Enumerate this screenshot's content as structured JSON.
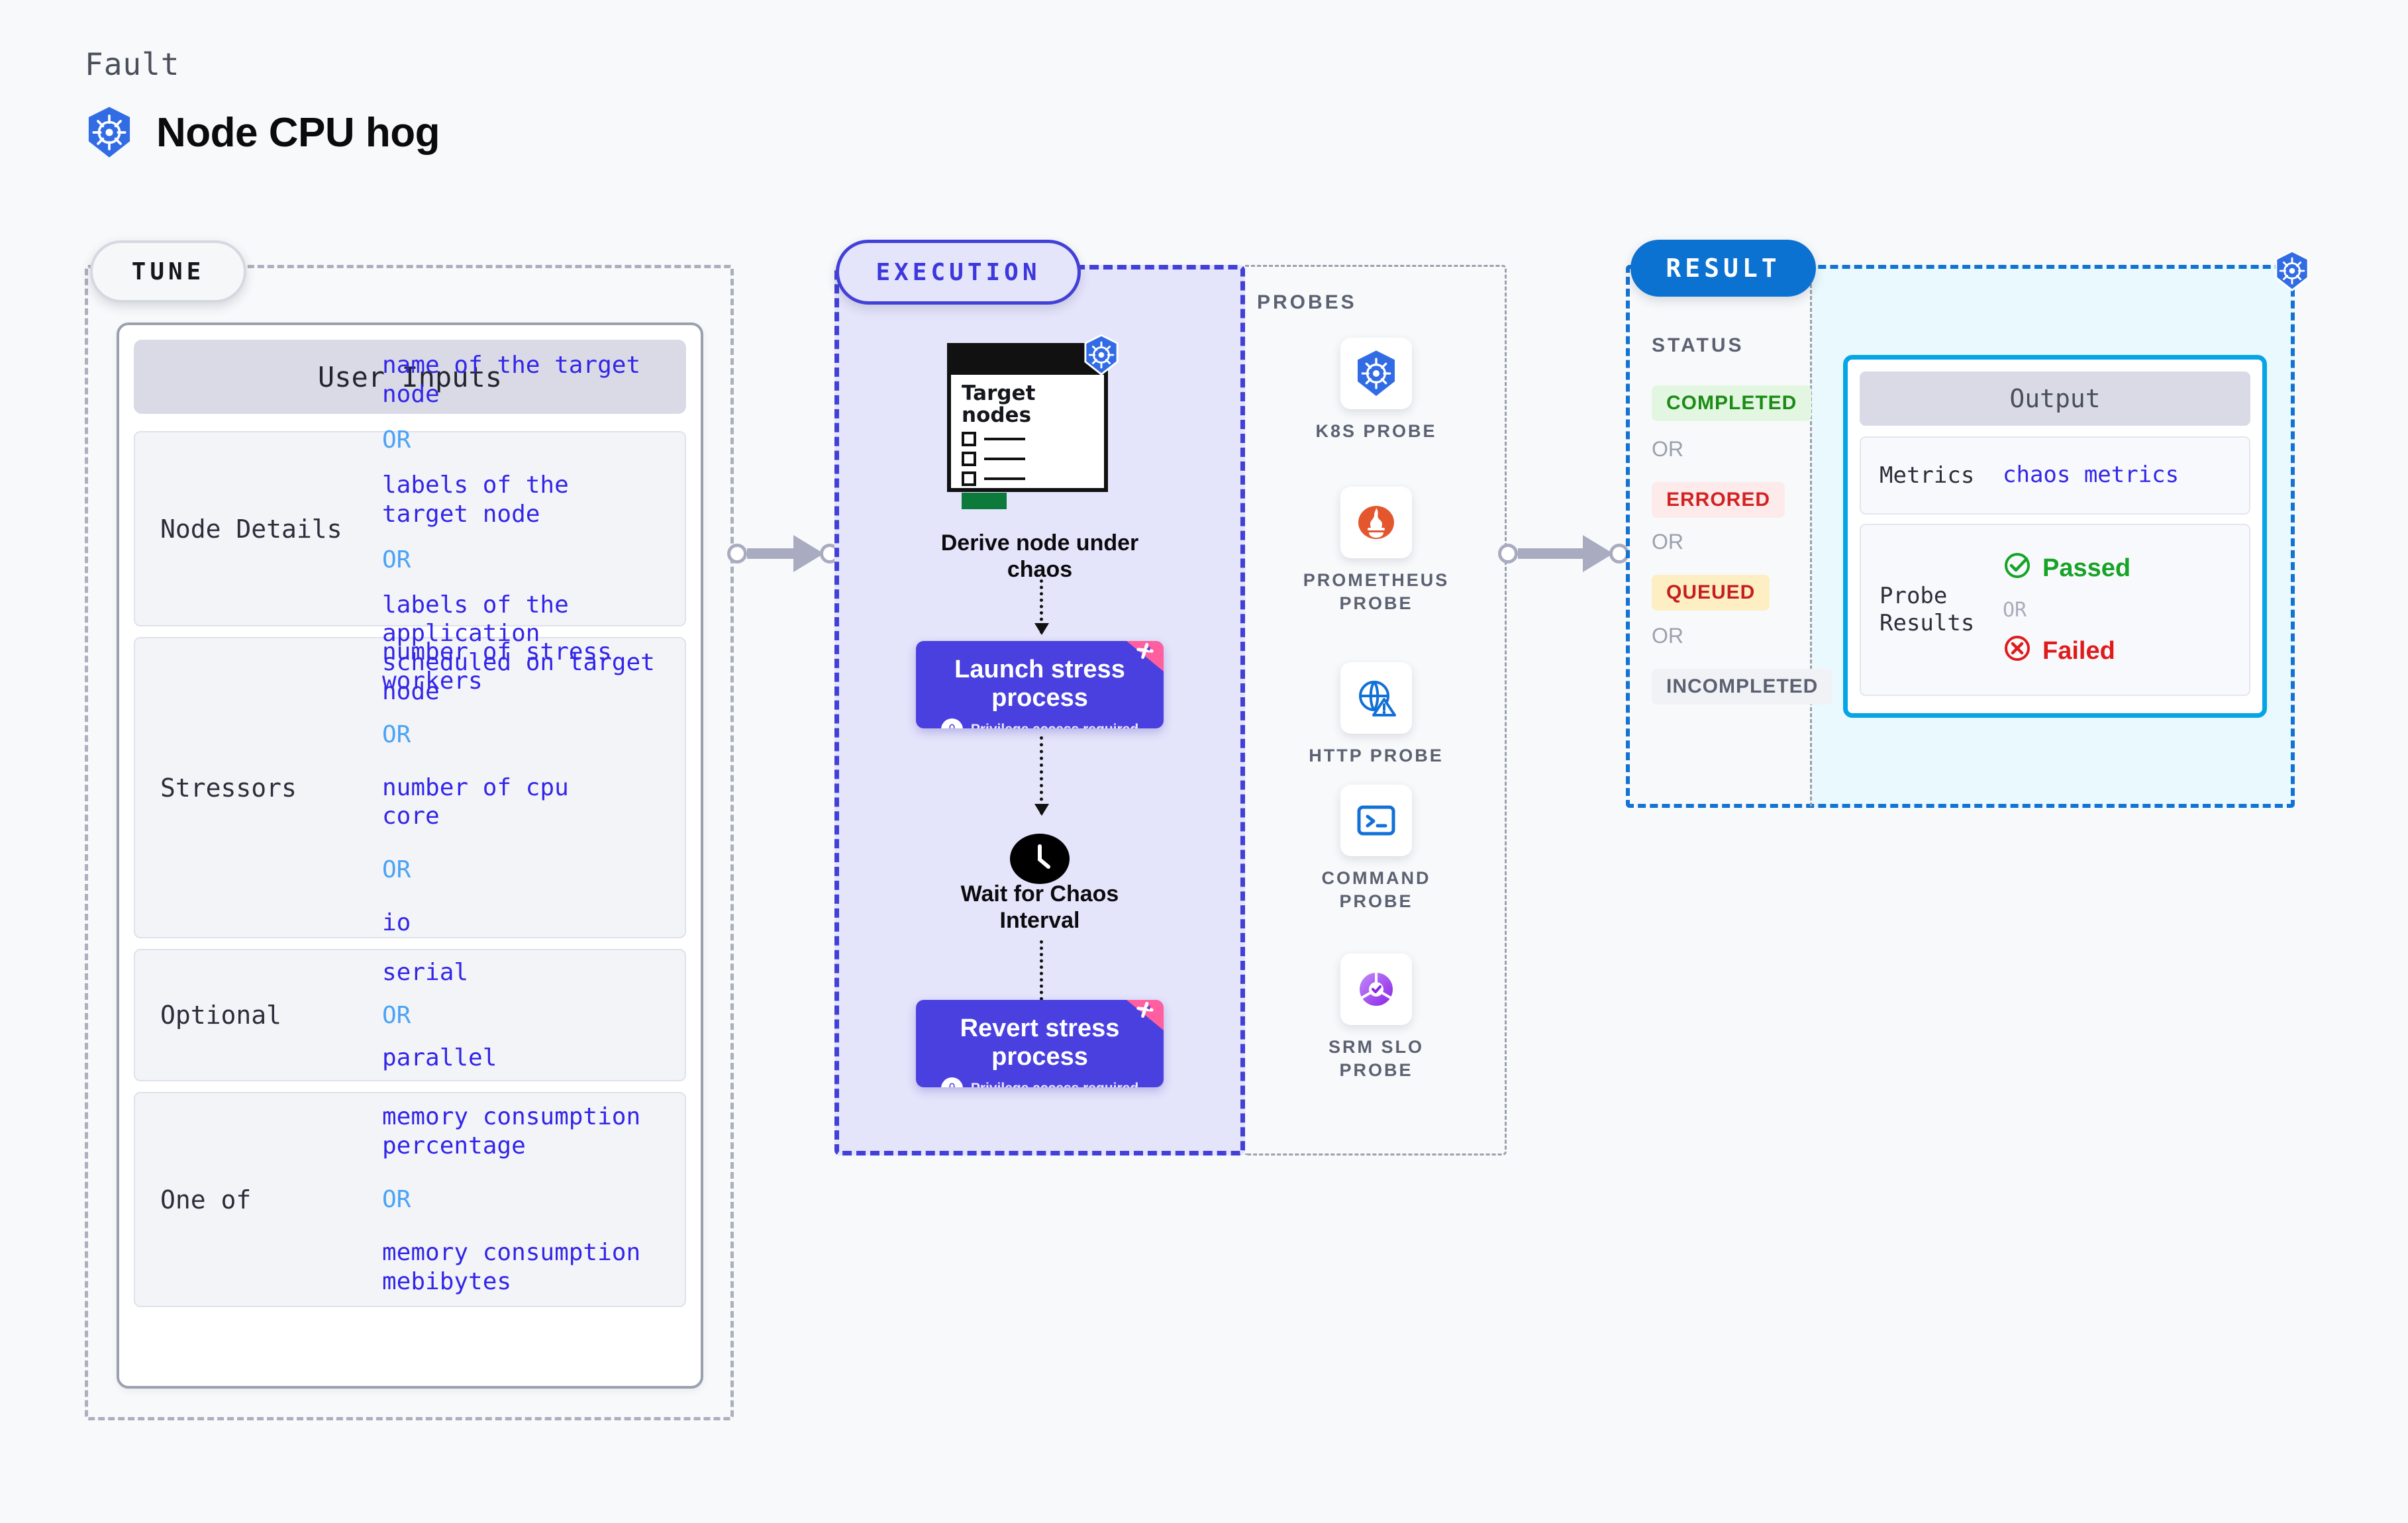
{
  "header": {
    "eyebrow": "Fault",
    "title": "Node CPU hog",
    "icon": "kubernetes-icon"
  },
  "tune": {
    "pill_label": "TUNE",
    "card_title": "User Inputs",
    "rows": [
      {
        "label": "Node Details",
        "values": [
          "name of the target\nnode",
          "labels of the\ntarget node",
          "labels of the application\n scheduled on target node"
        ],
        "separators": [
          "OR",
          "OR"
        ]
      },
      {
        "label": "Stressors",
        "values": [
          "number of stress\nworkers",
          "number of cpu\ncore",
          "io"
        ],
        "separators": [
          "OR",
          "OR"
        ]
      },
      {
        "label": "Optional",
        "values": [
          "serial",
          "parallel"
        ],
        "separators": [
          "OR"
        ]
      },
      {
        "label": "One of",
        "values": [
          "memory consumption\npercentage",
          "memory consumption\nmebibytes"
        ],
        "separators": [
          "OR"
        ]
      }
    ]
  },
  "execution": {
    "pill_label": "EXECUTION",
    "target_card": {
      "title": "Target\nnodes",
      "icon": "kubernetes-icon"
    },
    "steps": [
      {
        "caption": "Derive node under\nchaos"
      },
      {
        "caption": "Launch stress\nprocess",
        "sub": "Privilege access required",
        "badge": "chaos-ribbon"
      },
      {
        "caption": "Wait for Chaos\nInterval",
        "icon": "clock-icon"
      },
      {
        "caption": "Revert stress\nprocess",
        "sub": "Privilege access required",
        "badge": "chaos-ribbon"
      }
    ]
  },
  "probes": {
    "section_label": "PROBES",
    "items": [
      {
        "name": "K8S PROBE",
        "icon": "kubernetes-icon"
      },
      {
        "name": "PROMETHEUS\nPROBE",
        "icon": "prometheus-icon"
      },
      {
        "name": "HTTP PROBE",
        "icon": "globe-warning-icon"
      },
      {
        "name": "COMMAND\nPROBE",
        "icon": "terminal-icon"
      },
      {
        "name": "SRM SLO\nPROBE",
        "icon": "slo-gauge-icon"
      }
    ]
  },
  "result": {
    "pill_label": "RESULT",
    "icon": "kubernetes-icon",
    "status_label": "STATUS",
    "statuses": [
      {
        "label": "COMPLETED",
        "bg": "#e2f6e2",
        "fg": "#1c8c16"
      },
      {
        "label": "ERRORED",
        "bg": "#fdeaea",
        "fg": "#d22222"
      },
      {
        "label": "QUEUED",
        "bg": "#fdefc3",
        "fg": "#c61f1f"
      },
      {
        "label": "INCOMPLETED",
        "bg": "#f1f2f6",
        "fg": "#5b6171"
      }
    ],
    "status_separator": "OR",
    "output": {
      "title": "Output",
      "rows": [
        {
          "label": "Metrics",
          "value": "chaos metrics"
        },
        {
          "label": "Probe\nResults",
          "passed": "Passed",
          "failed": "Failed",
          "separator": "OR"
        }
      ]
    }
  },
  "colors": {
    "accent_purple": "#4340d8",
    "accent_blue": "#0b72d1",
    "k8s_blue": "#326ce5",
    "output_border": "#06a5e6",
    "value_text": "#3326e8",
    "or_text": "#4aa3f5",
    "pink_ribbon": "#ff5f9e"
  }
}
